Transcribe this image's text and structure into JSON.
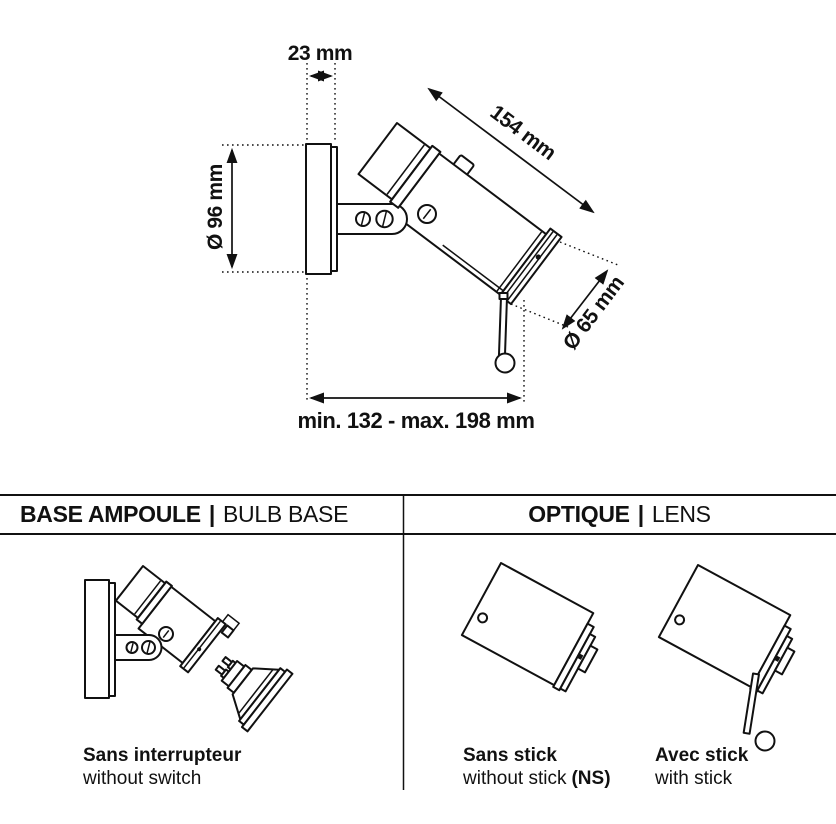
{
  "page": {
    "background": "#ffffff",
    "ink": "#111111"
  },
  "diagram": {
    "title": "wall spotlight technical side view",
    "dimensions": {
      "plate_depth": "23 mm",
      "body_length": "154 mm",
      "plate_diameter": "Ø 96 mm",
      "head_diameter": "Ø 65 mm",
      "reach": "min. 132 - max. 198 mm"
    }
  },
  "table": {
    "bulb_base_column": {
      "title_fr": "BASE AMPOULE",
      "separator": "|",
      "title_en": "BULB BASE"
    },
    "lens_column": {
      "title_fr": "OPTIQUE",
      "separator": "|",
      "title_en": "LENS"
    },
    "options": [
      {
        "id": "no-switch",
        "label_fr": "Sans interrupteur",
        "label_en": "without switch",
        "label_en_suffix": ""
      },
      {
        "id": "no-stick",
        "label_fr": "Sans stick",
        "label_en": "without stick",
        "label_en_suffix": "(NS)"
      },
      {
        "id": "with-stick",
        "label_fr": "Avec stick",
        "label_en": "with stick",
        "label_en_suffix": ""
      }
    ]
  }
}
